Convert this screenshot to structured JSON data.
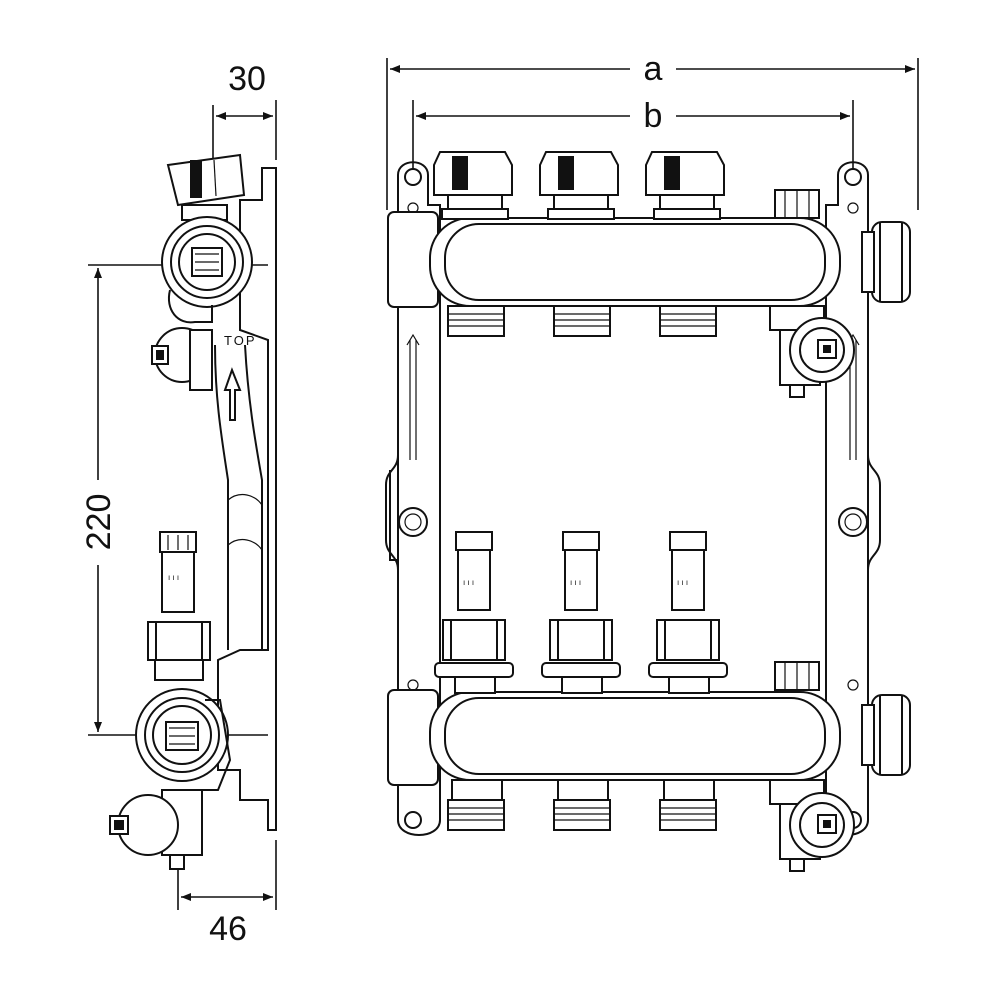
{
  "dimensions": {
    "a": "a",
    "b": "b",
    "side_width_top": "30",
    "side_height": "220",
    "side_width_bottom": "46"
  },
  "labels": {
    "top_marking": "TOP"
  },
  "colors": {
    "line": "#111111",
    "background": "#ffffff"
  }
}
